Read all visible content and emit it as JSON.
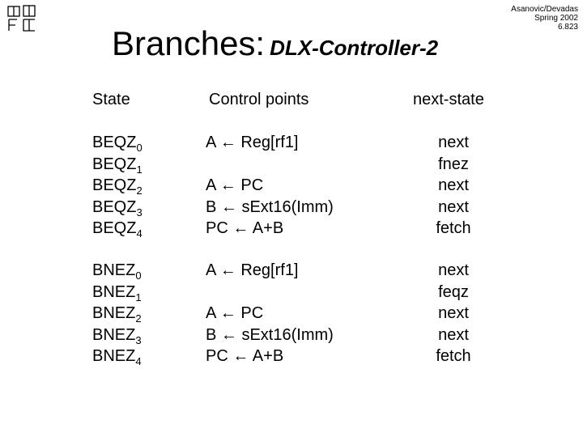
{
  "header": {
    "author": "Asanovic/Devadas",
    "term": "Spring 2002",
    "course": "6.823"
  },
  "title": {
    "main": "Branches:",
    "sub": "DLX-Controller-2"
  },
  "columns": {
    "state": "State",
    "control": "Control points",
    "next": "next-state"
  },
  "beqz": {
    "states": [
      {
        "name": "BEQZ",
        "sub": "0"
      },
      {
        "name": "BEQZ",
        "sub": "1"
      },
      {
        "name": "BEQZ",
        "sub": "2"
      },
      {
        "name": "BEQZ",
        "sub": "3"
      },
      {
        "name": "BEQZ",
        "sub": "4"
      }
    ],
    "control": [
      "A ← Reg[rf1]",
      "",
      "A ← PC",
      "B ← sExt16(Imm)",
      "PC ← A+B"
    ],
    "next": [
      "next",
      "fnez",
      "next",
      "next",
      "fetch"
    ]
  },
  "bnez": {
    "states": [
      {
        "name": "BNEZ",
        "sub": "0"
      },
      {
        "name": "BNEZ",
        "sub": "1"
      },
      {
        "name": "BNEZ",
        "sub": "2"
      },
      {
        "name": "BNEZ",
        "sub": "3"
      },
      {
        "name": "BNEZ",
        "sub": "4"
      }
    ],
    "control": [
      "A ← Reg[rf1]",
      "",
      "A ← PC",
      "B ← sExt16(Imm)",
      "PC ← A+B"
    ],
    "next": [
      "next",
      "feqz",
      "next",
      "next",
      "fetch"
    ]
  }
}
